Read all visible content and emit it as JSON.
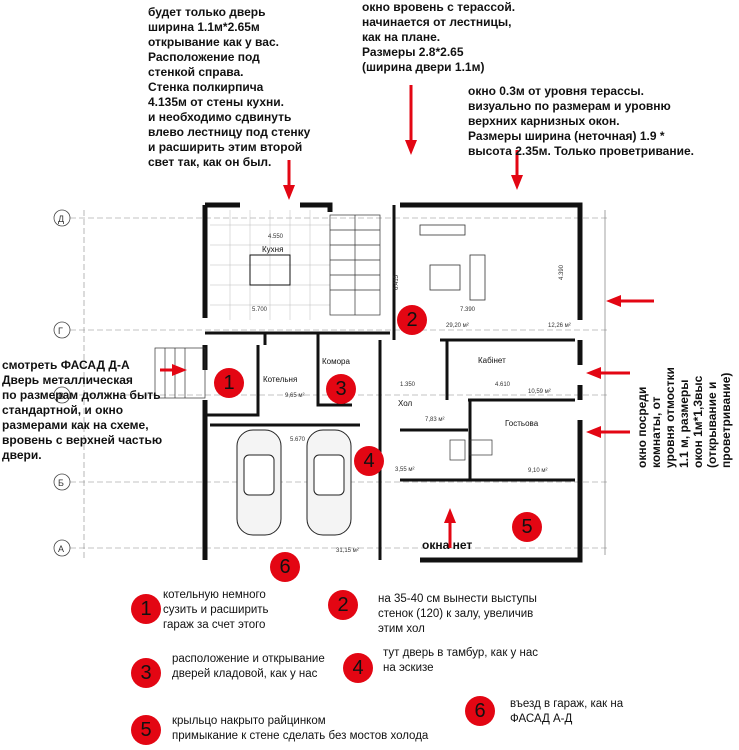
{
  "notes": {
    "kitchen_door": "будет только дверь\nширина 1.1м*2.65м\nоткрывание как у вас.\nРасположение под\nстенкой справа.\nСтенка полкирпича\n4.135м от стены кухни.\nи необходимо сдвинуть\nвлево лестницу под стенку\nи расширить этим второй\nсвет так, как он был.",
    "terrace_window": "окно вровень с терассой.\nначинается от лестницы,\nкак на плане.\nРазмеры 2.8*2.65\n(ширина двери 1.1м)",
    "eave_window": "окно 0.3м от уровня терассы.\nвизуально по размерам и уровню\nверхних карнизных окон.\nРазмеры ширина (неточная) 1.9 *\nвысота 2.35м. Только проветривание.",
    "facade_door": "смотреть ФАСАД Д-А\nДверь металлическая\nпо размерам должна быть\nстандартной, и окно\nразмерами как на схеме,\nвровень с верхней частью\nдвери.",
    "side_windows": "окно посреди\nкомнаты, от\nуровня отмостки\n1.1 м, размеры\nокон 1м*1,3выс\n(открывание и\nпроветривание)",
    "no_windows": "окна нет"
  },
  "rooms": {
    "kitchen": "Кухня",
    "boiler": "Котельня",
    "storage": "Комора",
    "hall": "Хол",
    "cabinet": "Кабінет",
    "guest": "Гостьова"
  },
  "areas": {
    "kitchen": "29,20 м²",
    "living_corner": "12,26 м²",
    "boiler": "9,65 м²",
    "cabinet": "10,59 м²",
    "hall": "7,83 м²",
    "guest": "9,10 м²",
    "bath": "3,55 м²",
    "garage": "31,15 м²"
  },
  "dims": {
    "d1": "4.550",
    "d2": "5.700",
    "d3": "6.415",
    "d4": "7.390",
    "d5": "4.390",
    "d6": "4.610",
    "d7": "5.670",
    "d8": "1.350"
  },
  "axes": [
    "Д",
    "Г",
    "В",
    "Б",
    "А"
  ],
  "markers": [
    "1",
    "2",
    "3",
    "4",
    "5",
    "6"
  ],
  "legend": {
    "l1": "котельную немного\nсузить и расширить\nгараж за счет этого",
    "l2": "на 35-40 см вынести выступы\nстенок (120) к залу, увеличив\nэтим хол",
    "l3": "расположение и открывание\nдверей кладовой, как у нас",
    "l4": "тут дверь в тамбур, как у нас\nна эскизе",
    "l5": "крыльцо накрыто райцинком\nпримыкание к стене сделать без мостов холода",
    "l6": "въезд в гараж, как на\nФАСАД А-Д"
  },
  "colors": {
    "accent_red": "#e30613",
    "wall": "#111111"
  }
}
